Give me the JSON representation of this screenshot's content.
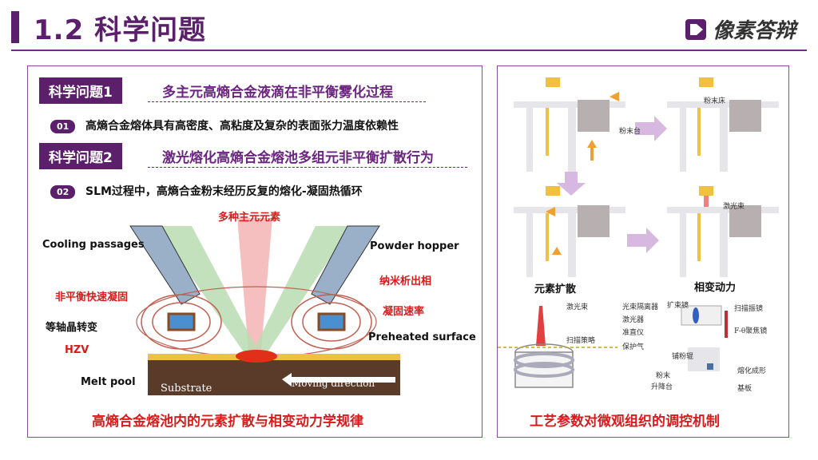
{
  "header": {
    "title": "1.2 科学问题",
    "brand": "像素答辩"
  },
  "left": {
    "q1": {
      "tag": "科学问题1",
      "text": "多主元高熵合金液滴在非平衡雾化过程",
      "badge": "01",
      "point": "高熵合金熔体具有高密度、高粘度及复杂的表面张力温度依赖性"
    },
    "q2": {
      "tag": "科学问题2",
      "text": "激光熔化高熵合金熔池多组元非平衡扩散行为",
      "badge": "02",
      "point": "SLM过程中，高熵合金粉末经历反复的熔化-凝固热循环"
    },
    "diagram": {
      "top_label": "多种主元元素",
      "cooling": "Cooling passages",
      "powder_hopper": "Powder hopper",
      "nonequilibrium": "非平衡快速凝固",
      "nano": "纳米析出相",
      "solid_rate": "凝固速率",
      "equiaxed": "等轴晶转变",
      "preheated": "Preheated surface",
      "hzv": "HZV",
      "meltpool": "Melt pool",
      "substrate": "Substrate",
      "moving": "Moving direction"
    },
    "caption": "高熵合金熔池内的元素扩散与相变动力学规律"
  },
  "right": {
    "powder_bed": "粉末床",
    "powder_table": "粉末台",
    "laser_beam": "激光束",
    "element_diffusion": "元素扩散",
    "phase_kinetics": "相变动力",
    "laser_beam2": "激光束",
    "scan_strategy": "扫描策略",
    "isolator": "光束隔离器",
    "expander": "扩束镜",
    "galvo": "扫描振镜",
    "laser": "激光器",
    "collimator": "准直仪",
    "ftheta": "F-θ聚焦镜",
    "shield_gas": "保护气",
    "roller": "铺粉辊",
    "melt_form": "熔化成形",
    "powder": "粉末",
    "lift": "升降台",
    "base": "基板",
    "caption": "工艺参数对微观组织的调控机制"
  },
  "colors": {
    "primary": "#5b1f6b",
    "accent_red": "#d61c1c",
    "purple_text": "#6b2580"
  }
}
